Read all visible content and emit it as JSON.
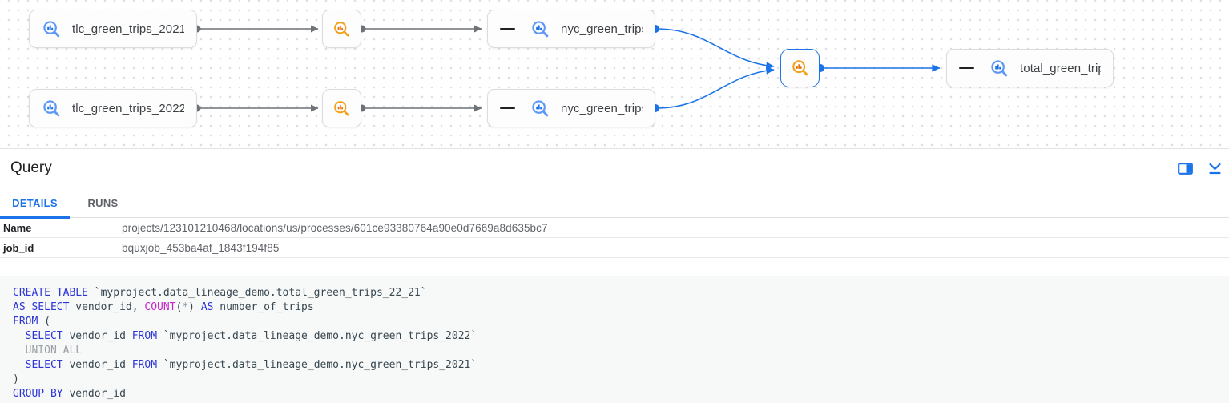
{
  "graph": {
    "nodes": [
      {
        "label": "tlc_green_trips_2021",
        "type": "table"
      },
      {
        "label": "",
        "type": "process"
      },
      {
        "label": "nyc_green_trips…",
        "type": "table"
      },
      {
        "label": "tlc_green_trips_2022",
        "type": "table"
      },
      {
        "label": "",
        "type": "process"
      },
      {
        "label": "nyc_green_trips…",
        "type": "table"
      },
      {
        "label": "",
        "type": "process",
        "selected": true
      },
      {
        "label": "total_green_trip…",
        "type": "table"
      }
    ],
    "edges": [
      {
        "from": "tlc_green_trips_2021",
        "to": "process-1"
      },
      {
        "from": "process-1",
        "to": "nyc_green_trips-1"
      },
      {
        "from": "tlc_green_trips_2022",
        "to": "process-2"
      },
      {
        "from": "process-2",
        "to": "nyc_green_trips-2"
      },
      {
        "from": "nyc_green_trips-1",
        "to": "selected-process"
      },
      {
        "from": "nyc_green_trips-2",
        "to": "selected-process"
      },
      {
        "from": "selected-process",
        "to": "total_green_trips"
      }
    ]
  },
  "panel": {
    "title": "Query",
    "tabs": [
      {
        "label": "DETAILS",
        "active": true
      },
      {
        "label": "RUNS",
        "active": false
      }
    ],
    "fields": [
      {
        "label": "Name",
        "value": "projects/123101210468/locations/us/processes/601ce93380764a90e0d7669a8d635bc7"
      },
      {
        "label": "job_id",
        "value": "bquxjob_453ba4af_1843f194f85"
      }
    ]
  },
  "colors": {
    "accent_blue": "#1a73e8",
    "edge_gray": "#6f7276",
    "table_icon_blue": "#5e97f6",
    "table_icon_dark_blue": "#1a73e8",
    "process_icon_orange": "#f4a118",
    "process_icon_dark_orange": "#e8710a",
    "code_keyword": "#2c35d6",
    "code_function": "#c22bc9",
    "code_text": "#37474f",
    "code_muted": "#9aa0a6"
  },
  "code": {
    "lines": [
      [
        {
          "c": "kw",
          "t": "CREATE TABLE"
        },
        {
          "c": "id",
          "t": " `myproject.data_lineage_demo.total_green_trips_22_21`"
        }
      ],
      [
        {
          "c": "kw",
          "t": "AS SELECT"
        },
        {
          "c": "id",
          "t": " vendor_id, "
        },
        {
          "c": "fn",
          "t": "COUNT"
        },
        {
          "c": "id",
          "t": "("
        },
        {
          "c": "op",
          "t": "*"
        },
        {
          "c": "id",
          "t": ") "
        },
        {
          "c": "kw",
          "t": "AS"
        },
        {
          "c": "id",
          "t": " number_of_trips"
        }
      ],
      [
        {
          "c": "kw",
          "t": "FROM"
        },
        {
          "c": "id",
          "t": " ("
        }
      ],
      [
        {
          "c": "id",
          "t": "  "
        },
        {
          "c": "kw",
          "t": "SELECT"
        },
        {
          "c": "id",
          "t": " vendor_id "
        },
        {
          "c": "kw",
          "t": "FROM"
        },
        {
          "c": "id",
          "t": " `myproject.data_lineage_demo.nyc_green_trips_2022`"
        }
      ],
      [
        {
          "c": "muted",
          "t": "  UNION ALL"
        }
      ],
      [
        {
          "c": "id",
          "t": "  "
        },
        {
          "c": "kw",
          "t": "SELECT"
        },
        {
          "c": "id",
          "t": " vendor_id "
        },
        {
          "c": "kw",
          "t": "FROM"
        },
        {
          "c": "id",
          "t": " `myproject.data_lineage_demo.nyc_green_trips_2021`"
        }
      ],
      [
        {
          "c": "id",
          "t": ")"
        }
      ],
      [
        {
          "c": "kw",
          "t": "GROUP BY"
        },
        {
          "c": "id",
          "t": " vendor_id"
        }
      ]
    ]
  }
}
